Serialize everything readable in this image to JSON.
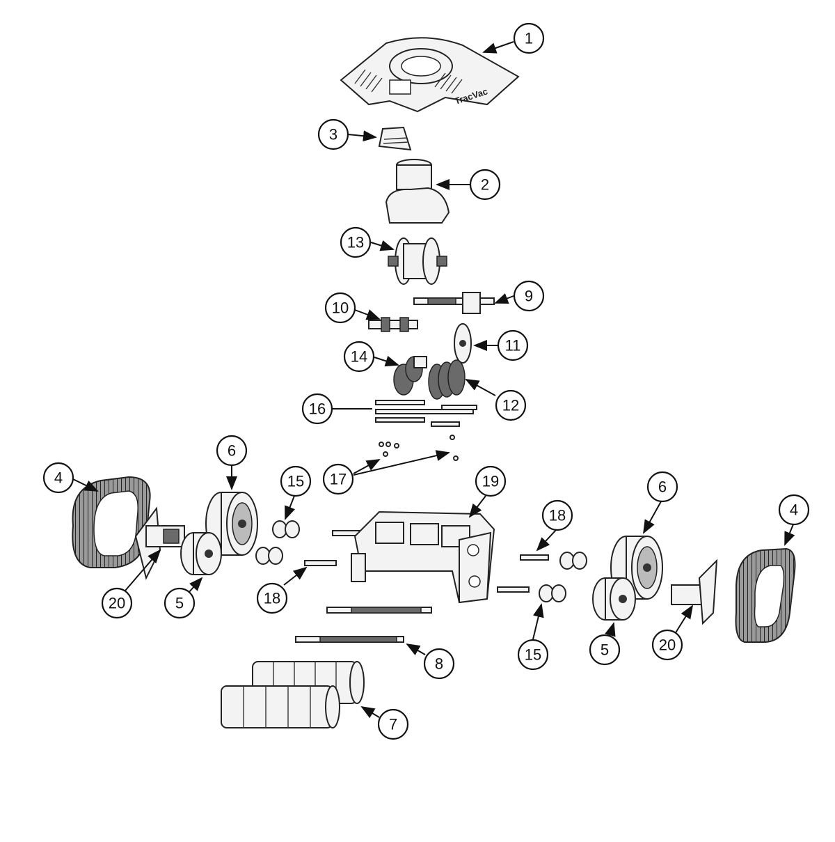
{
  "diagram": {
    "brand_mark": "TracVac",
    "callouts": [
      {
        "label": "1",
        "part": "top-cover"
      },
      {
        "label": "2",
        "part": "swivel-housing"
      },
      {
        "label": "3",
        "part": "handle-latch"
      },
      {
        "label": "13",
        "part": "turbine"
      },
      {
        "label": "9",
        "part": "drive-shaft"
      },
      {
        "label": "10",
        "part": "idler-shaft"
      },
      {
        "label": "11",
        "part": "cam-gear"
      },
      {
        "label": "14",
        "part": "gear-set"
      },
      {
        "label": "12",
        "part": "gear-stack"
      },
      {
        "label": "16",
        "part": "pins"
      },
      {
        "label": "17",
        "part": "screws"
      },
      {
        "label": "4",
        "part": "track-left"
      },
      {
        "label": "6",
        "part": "large-wheel-left"
      },
      {
        "label": "15",
        "part": "bearings-left"
      },
      {
        "label": "19",
        "part": "chassis"
      },
      {
        "label": "18",
        "part": "axle-right-top"
      },
      {
        "label": "6",
        "part": "large-wheel-right"
      },
      {
        "label": "4",
        "part": "track-right"
      },
      {
        "label": "20",
        "part": "hub-left"
      },
      {
        "label": "5",
        "part": "small-wheel-left"
      },
      {
        "label": "18",
        "part": "axle-left"
      },
      {
        "label": "15",
        "part": "bearings-right"
      },
      {
        "label": "5",
        "part": "small-wheel-right"
      },
      {
        "label": "20",
        "part": "hub-right"
      },
      {
        "label": "8",
        "part": "brush-shafts"
      },
      {
        "label": "7",
        "part": "rollers"
      }
    ]
  }
}
